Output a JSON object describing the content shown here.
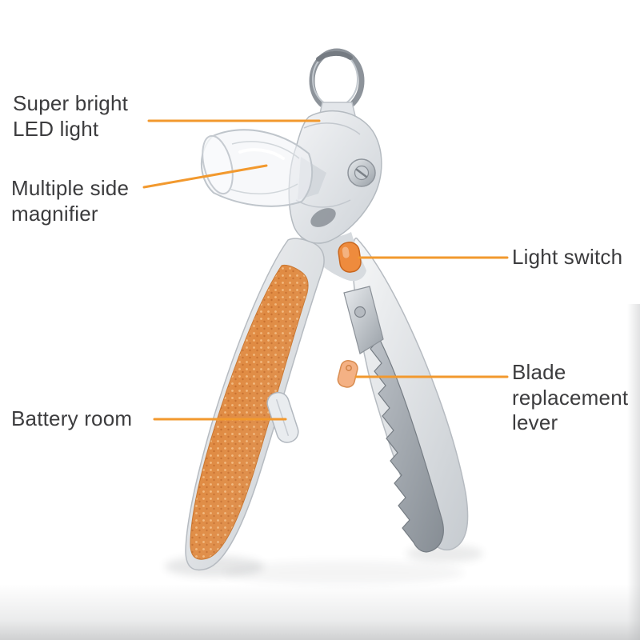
{
  "labels": {
    "led": "Super bright LED light",
    "magnifier": "Multiple side magnifier",
    "light_switch": "Light switch",
    "blade_lever": "Blade replacement lever",
    "battery": "Battery room"
  },
  "colors": {
    "callout_line": "#f2992e",
    "label_text": "#3c3c3e",
    "grip_orange": "#e3904d",
    "switch_orange": "#ee8b3d",
    "lever_peach": "#f4b184",
    "body_gray": "#d6dade",
    "metal_gray": "#9aa1a8",
    "background": "#ffffff"
  }
}
